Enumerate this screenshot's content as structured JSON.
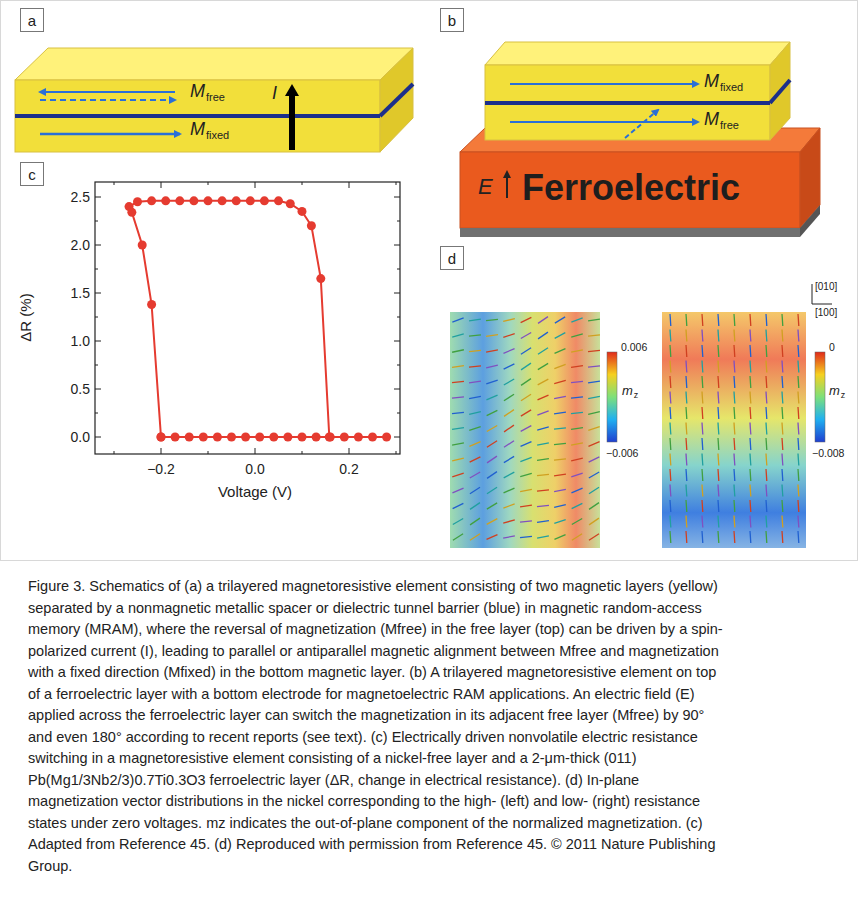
{
  "diagram": {
    "caption": "Figure 3. Schematics of (a) a trilayered magnetoresistive element consisting of two magnetic layers (yellow) separated by a nonmagnetic metallic spacer or dielectric tunnel barrier (blue) in magnetic random-access memory (MRAM), where the reversal of magnetization (Mfree) in the free layer (top) can be driven by a spin-polarized current (I), leading to parallel or antiparallel magnetic alignment between Mfree and magnetization with a fixed direction (Mfixed) in the bottom magnetic layer. (b) A trilayered magnetoresistive element on top of a ferroelectric layer with a bottom electrode for magnetoelectric RAM applications. An electric field (E) applied across the ferroelectric layer can switch the magnetization in its adjacent free layer (Mfree) by 90° and even 180° according to recent reports (see text). (c) Electrically driven nonvolatile electric resistance switching in a magnetoresistive element consisting of a nickel-free layer and a 2-μm-thick (011) Pb(Mg1/3Nb2/3)0.7Ti0.3O3 ferroelectric layer (ΔR, change in electrical resistance). (d) In-plane magnetization vector distributions in the nickel corresponding to the high- (left) and low- (right) resistance states under zero voltages. mz indicates the out-of-plane component of the normalized magnetization. (c) Adapted from Reference 45. (d) Reproduced with permission from Reference 45. © 2011 Nature Publishing Group.",
    "nodes": [
      {
        "text": [
          "a"
        ]
      },
      {
        "text": [
          "b"
        ]
      },
      {
        "text": [
          "c"
        ]
      },
      {
        "text": [
          "d"
        ]
      }
    ],
    "labels": [
      "M",
      "free",
      "I",
      "M",
      "fixed",
      "M",
      "fixed",
      "M",
      "free",
      "E",
      "Ferroelectric",
      "2.5",
      "2.0",
      "1.5",
      "1.0",
      "0.5",
      "0.0",
      "−0.2",
      "0.0",
      "0.2",
      "ΔR (%)",
      "Voltage (V)",
      "0.006",
      "m",
      "z",
      "−0.006",
      "0",
      "m",
      "z",
      "−0.008",
      "[010]",
      "[100]"
    ]
  }
}
